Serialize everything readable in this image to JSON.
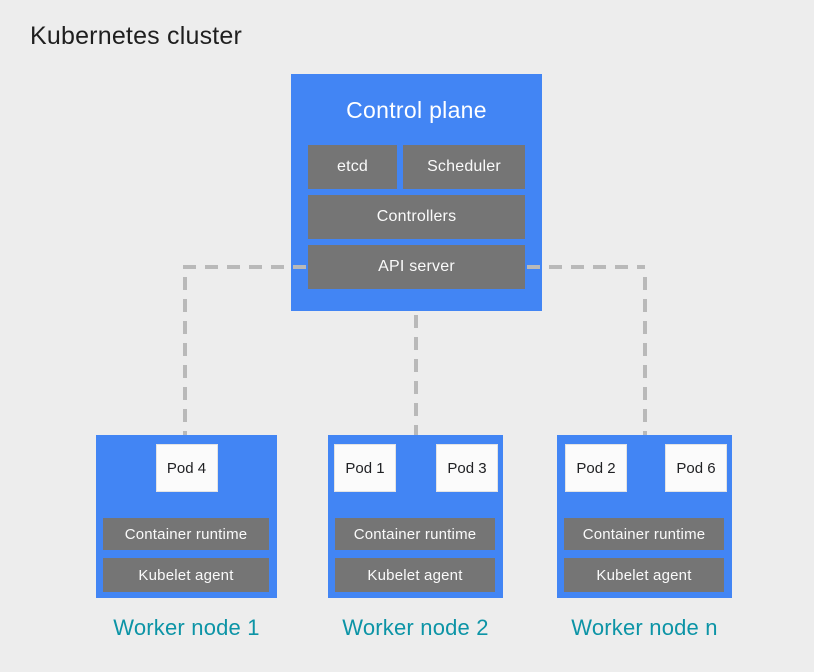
{
  "title": "Kubernetes cluster",
  "control_plane": {
    "title": "Control plane",
    "components": {
      "etcd": "etcd",
      "scheduler": "Scheduler",
      "controllers": "Controllers",
      "api_server": "API server"
    }
  },
  "worker_nodes": [
    {
      "label": "Worker node 1",
      "pods": [
        "Pod 4"
      ],
      "container_runtime": "Container runtime",
      "kubelet": "Kubelet agent"
    },
    {
      "label": "Worker node 2",
      "pods": [
        "Pod 1",
        "Pod 3"
      ],
      "container_runtime": "Container runtime",
      "kubelet": "Kubelet agent"
    },
    {
      "label": "Worker node n",
      "pods": [
        "Pod 2",
        "Pod 6"
      ],
      "container_runtime": "Container runtime",
      "kubelet": "Kubelet agent"
    }
  ],
  "colors": {
    "background": "#EDEDED",
    "node_blue": "#4285F4",
    "component_gray": "#757575",
    "pod_white": "#FBFBFB",
    "label_teal": "#0C94A6",
    "dash_gray": "#B9B9B9",
    "title_text": "#1F1F1F"
  }
}
